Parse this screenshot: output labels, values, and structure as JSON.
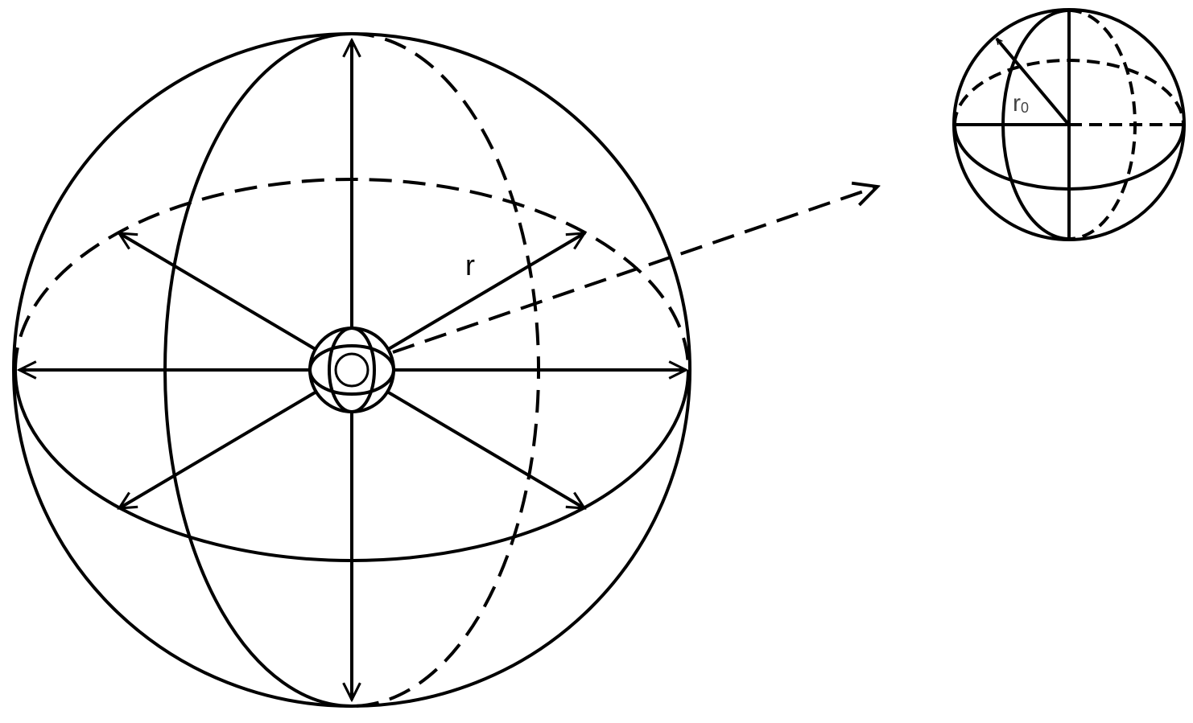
{
  "labels": {
    "large_radius": "r",
    "small_radius_base": "r",
    "small_radius_subscript": "0"
  }
}
